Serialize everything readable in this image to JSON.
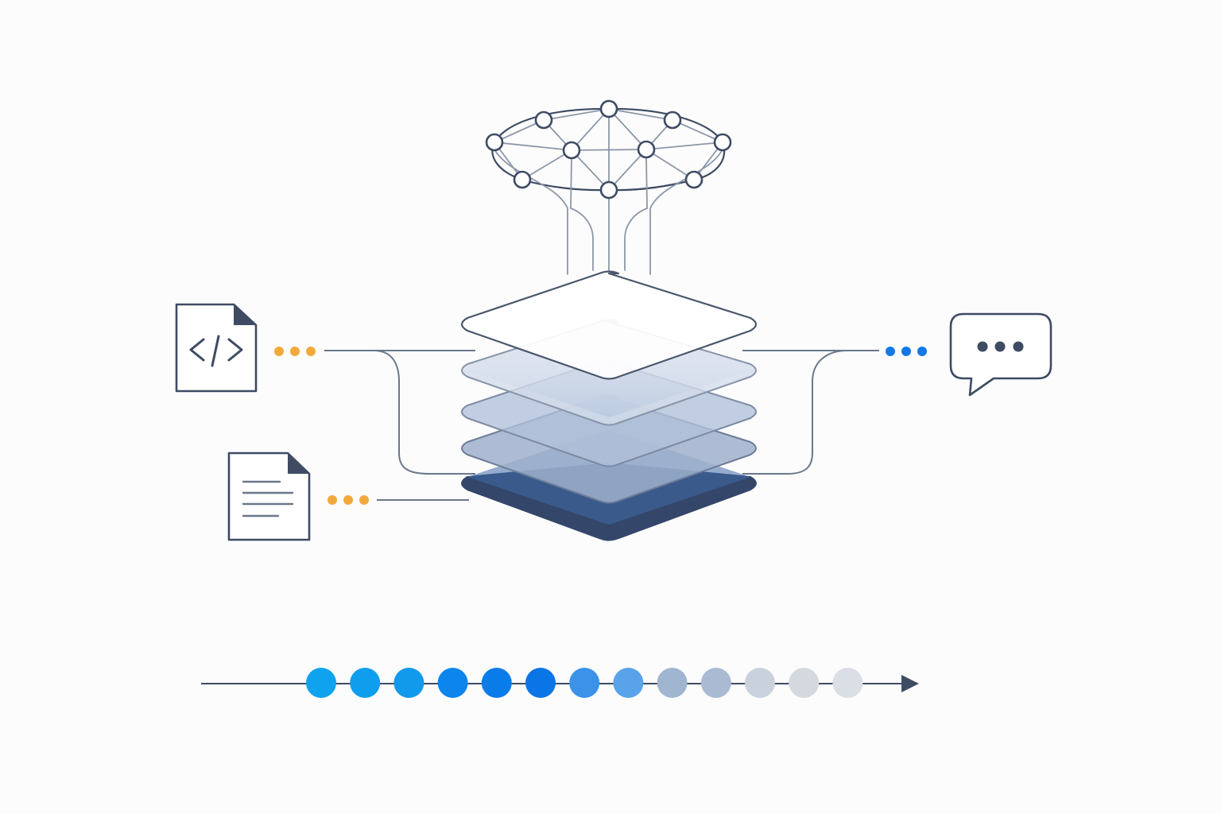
{
  "colors": {
    "background": "#fcfcfd",
    "outline": "#3e4b63",
    "connector": "#6b778a",
    "network_line": "#8c97a8",
    "input_dots": "#f2a93b",
    "output_dots": "#1478e6",
    "arrow": "#3e4b63"
  },
  "inputs": [
    {
      "icon": "code-file-icon",
      "dots": 3
    },
    {
      "icon": "text-document-icon",
      "dots": 3
    }
  ],
  "output": {
    "icon": "chat-bubble-icon",
    "dots": 3
  },
  "network": {
    "icon": "neural-network-icon",
    "nodes": 11
  },
  "layer_stack": {
    "layers": 5,
    "fills": [
      "#34476a",
      "#9fb0cc",
      "#b2c1d9",
      "#d3dcea",
      "#ffffff"
    ]
  },
  "timeline": {
    "icon": "arrow-right-icon",
    "dot_colors": [
      "#0ea2ef",
      "#0f9ded",
      "#1199ec",
      "#0c85ec",
      "#0a7ce9",
      "#0a75e6",
      "#3b92e8",
      "#58a3ea",
      "#9fb5d0",
      "#a9bad2",
      "#c9d1dc",
      "#d4d9e0",
      "#dadee5"
    ]
  }
}
